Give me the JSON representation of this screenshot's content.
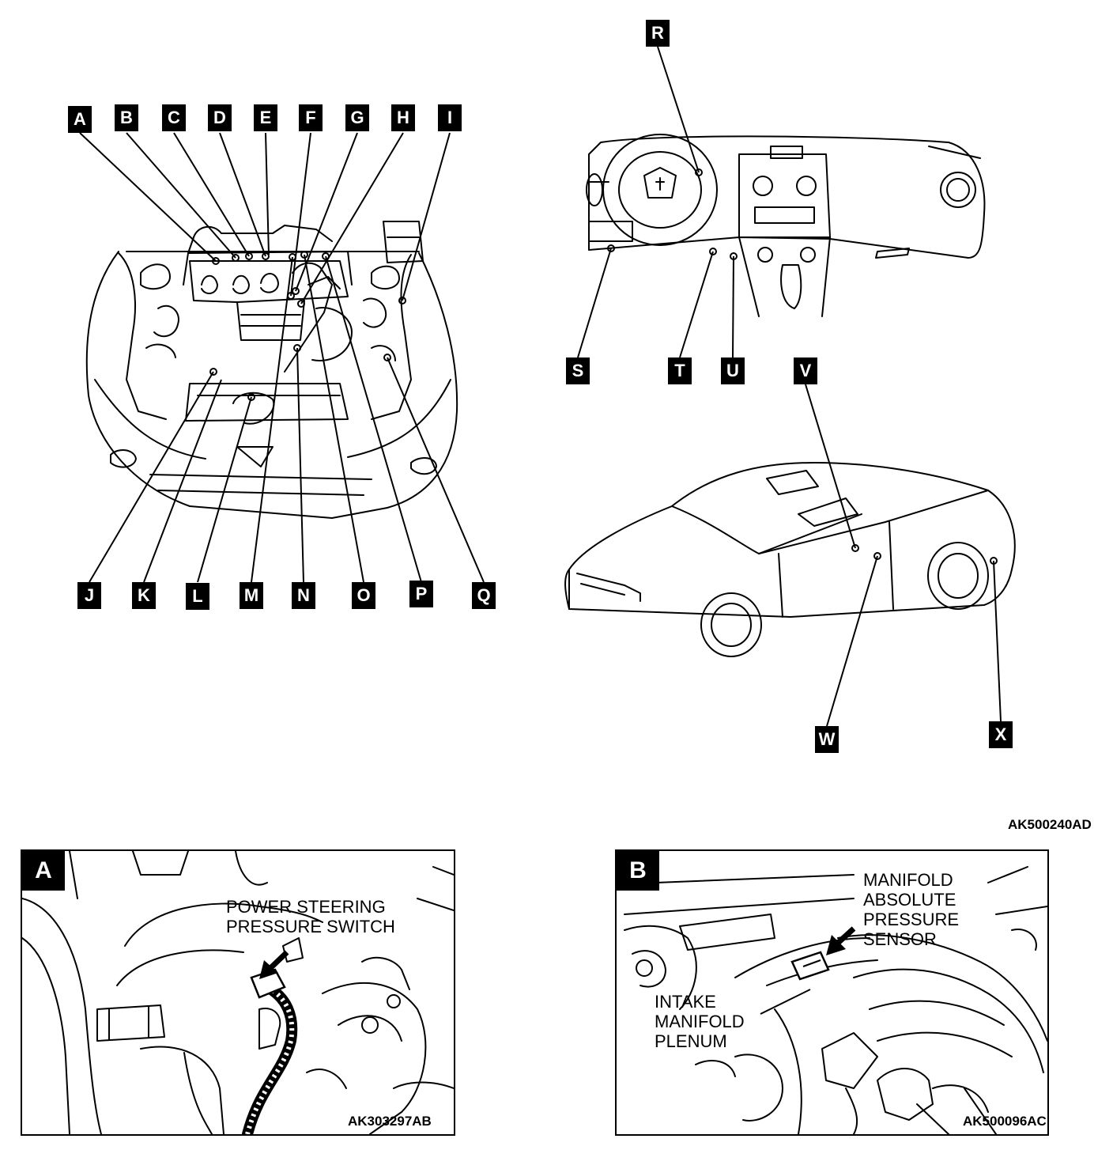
{
  "diagram": {
    "labels": {
      "A": "A",
      "B": "B",
      "C": "C",
      "D": "D",
      "E": "E",
      "F": "F",
      "G": "G",
      "H": "H",
      "I": "I",
      "J": "J",
      "K": "K",
      "L": "L",
      "M": "M",
      "N": "N",
      "O": "O",
      "P": "P",
      "Q": "Q",
      "R": "R",
      "S": "S",
      "T": "T",
      "U": "U",
      "V": "V",
      "W": "W",
      "X": "X"
    },
    "figure_ref": "AK500240AD"
  },
  "panel_a": {
    "tag": "A",
    "callout_line1": "POWER STEERING",
    "callout_line2": "PRESSURE SWITCH",
    "ref": "AK303297AB"
  },
  "panel_b": {
    "tag": "B",
    "callout1_line1": "MANIFOLD",
    "callout1_line2": "ABSOLUTE",
    "callout1_line3": "PRESSURE",
    "callout1_line4": "SENSOR",
    "callout2_line1": "INTAKE",
    "callout2_line2": "MANIFOLD",
    "callout2_line3": "PLENUM",
    "ref": "AK500096AC"
  }
}
